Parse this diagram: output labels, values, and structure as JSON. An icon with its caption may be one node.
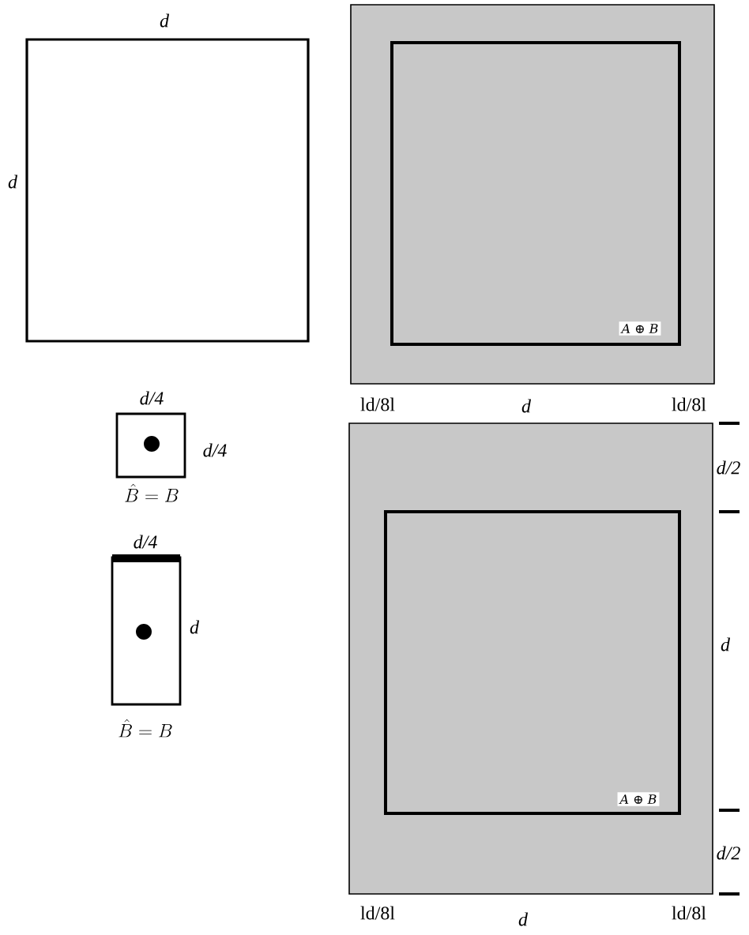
{
  "diagram": {
    "nodes": [
      {
        "text": [],
        "shape": "box"
      },
      {
        "text": [],
        "shape": "box"
      },
      {
        "text": [],
        "shape": "box",
        "in": 1
      },
      {
        "text": [
          "A ⊕ B"
        ],
        "in": 2
      },
      {
        "text": [],
        "shape": "box"
      },
      {
        "text": [],
        "shape": "box"
      },
      {
        "text": [],
        "shape": "box"
      },
      {
        "text": [],
        "shape": "box",
        "in": 6
      },
      {
        "text": [
          "A ⊕ B"
        ],
        "in": 7
      }
    ],
    "edges": [],
    "labels": [
      "d",
      "d",
      "d/4",
      "ld/8l",
      "d",
      "ld/8l",
      "d/4",
      "d/2",
      "\\hat{B}= B",
      "d/4",
      "d",
      "d",
      "\\hat{B}= B",
      "d/2",
      "ld/8l",
      "d",
      "ld/8l"
    ]
  }
}
